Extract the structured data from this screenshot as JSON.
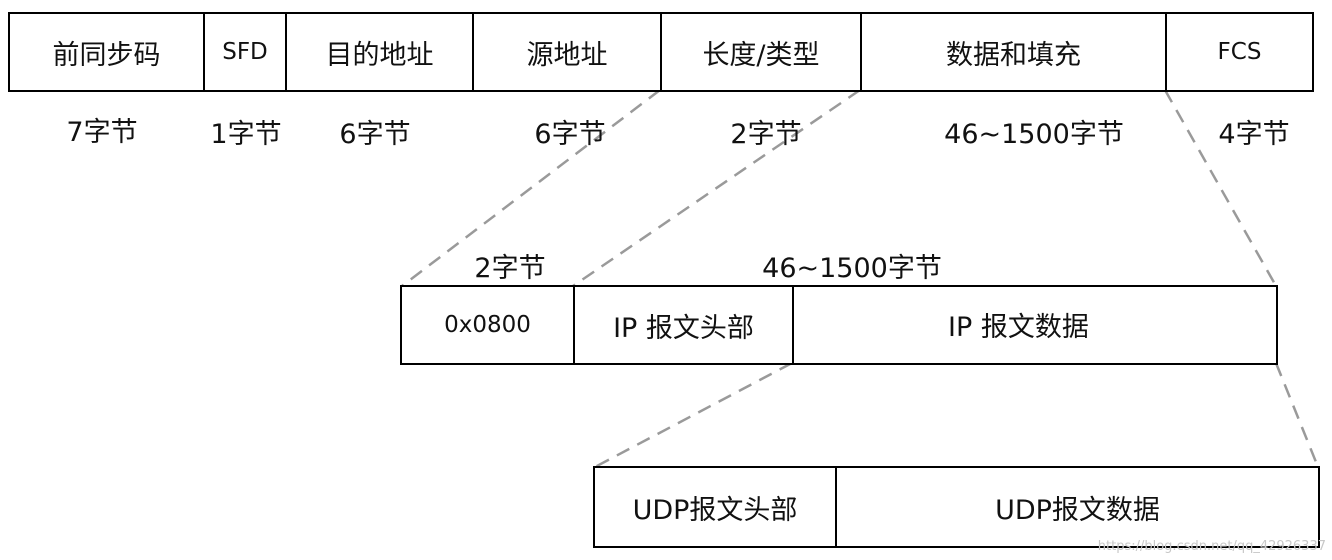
{
  "frame_row": {
    "fields": [
      {
        "label": "前同步码",
        "size": "7字节"
      },
      {
        "label": "SFD",
        "size": "1字节"
      },
      {
        "label": "目的地址",
        "size": "6字节"
      },
      {
        "label": "源地址",
        "size": "6字节"
      },
      {
        "label": "长度/类型",
        "size": "2字节"
      },
      {
        "label": "数据和填充",
        "size": "46~1500字节"
      },
      {
        "label": "FCS",
        "size": "4字节"
      }
    ]
  },
  "ip_row": {
    "type_size": "2字节",
    "data_size": "46~1500字节",
    "fields": [
      {
        "label": "0x0800"
      },
      {
        "label": "IP 报文头部"
      },
      {
        "label": "IP 报文数据"
      }
    ]
  },
  "udp_row": {
    "fields": [
      {
        "label": "UDP报文头部"
      },
      {
        "label": "UDP报文数据"
      }
    ]
  },
  "watermark": "https://blog.csdn.net/qq_42926337",
  "guide_color": "#9a9a9a"
}
